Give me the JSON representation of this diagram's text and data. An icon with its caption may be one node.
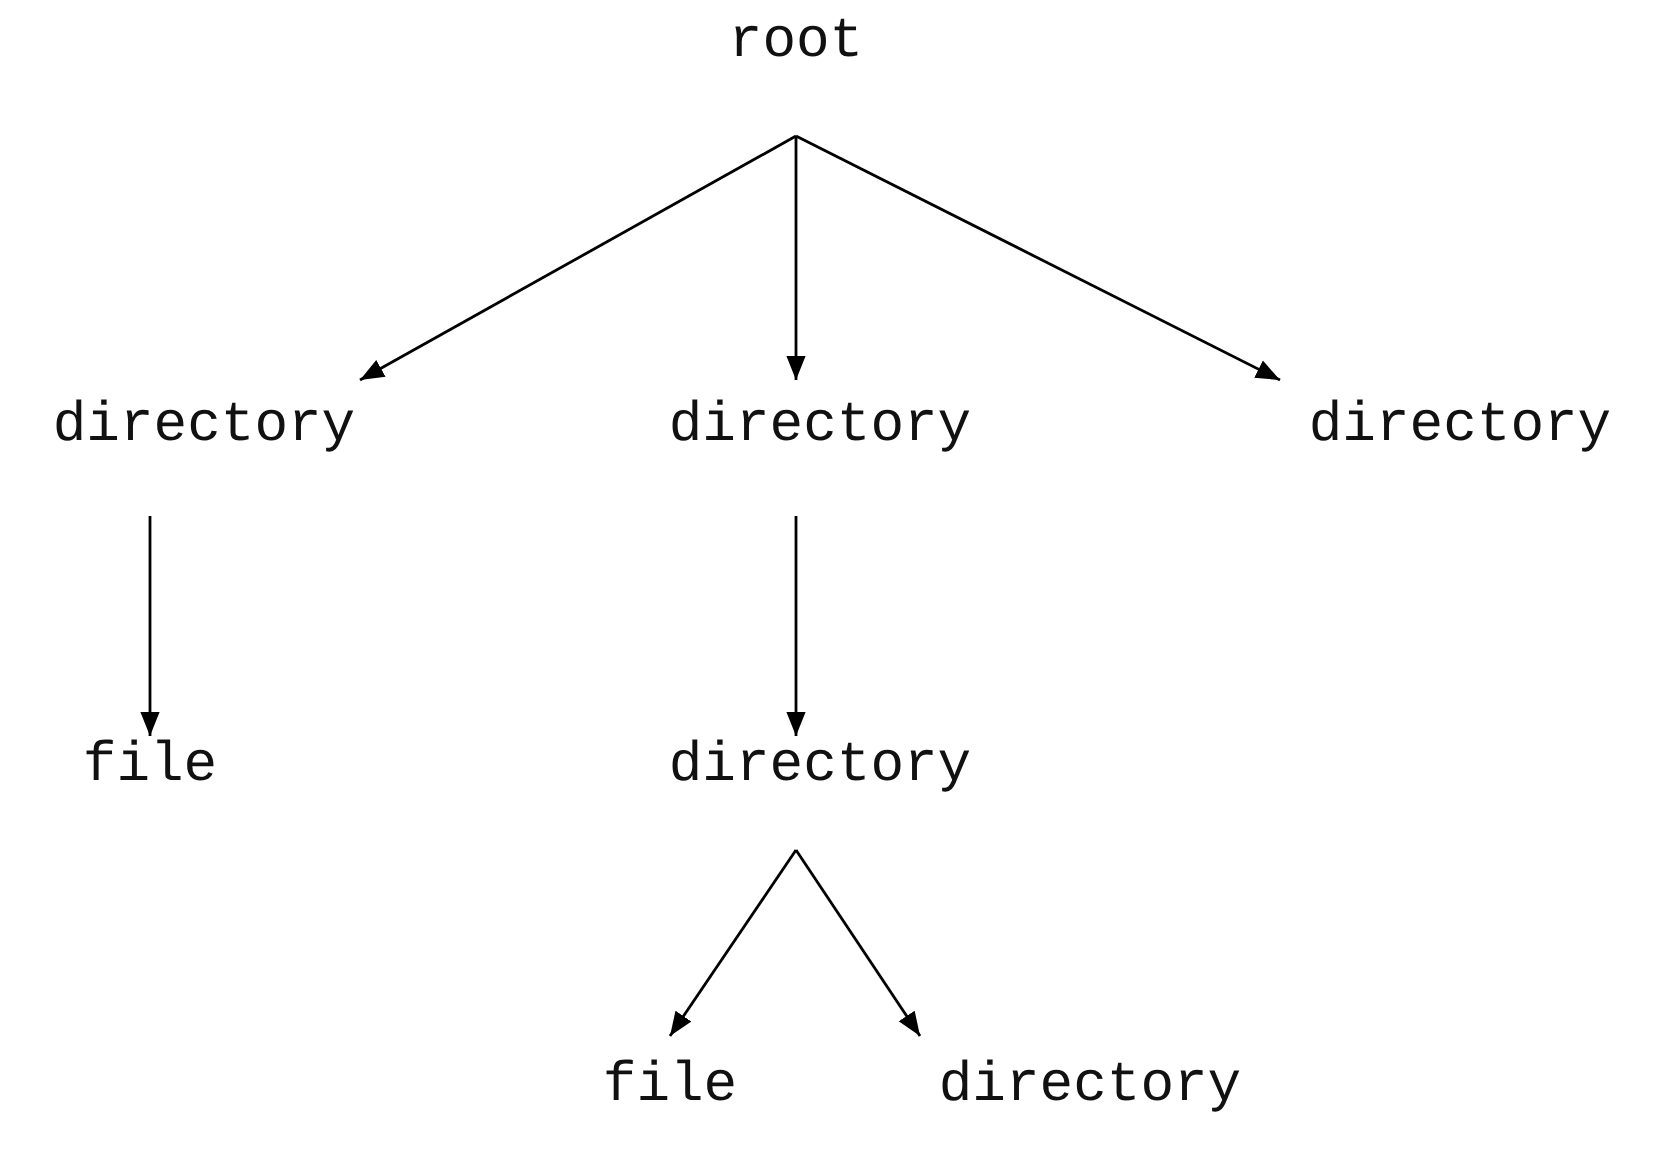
{
  "diagram": {
    "nodes": [
      {
        "text": [
          "root"
        ]
      },
      {
        "text": [
          "directory"
        ]
      },
      {
        "text": [
          "directory"
        ]
      },
      {
        "text": [
          "directory"
        ]
      },
      {
        "text": [
          "file"
        ]
      },
      {
        "text": [
          "directory"
        ]
      },
      {
        "text": [
          "file"
        ]
      },
      {
        "text": [
          "directory"
        ]
      }
    ],
    "edges": [
      {
        "from": 0,
        "to": 1,
        "arrow": "to"
      },
      {
        "from": 0,
        "to": 2,
        "arrow": "to"
      },
      {
        "from": 0,
        "to": 3,
        "arrow": "to"
      },
      {
        "from": 1,
        "to": 4,
        "arrow": "to"
      },
      {
        "from": 2,
        "to": 5,
        "arrow": "to"
      },
      {
        "from": 5,
        "to": 6,
        "arrow": "to"
      },
      {
        "from": 5,
        "to": 7,
        "arrow": "to"
      }
    ]
  }
}
